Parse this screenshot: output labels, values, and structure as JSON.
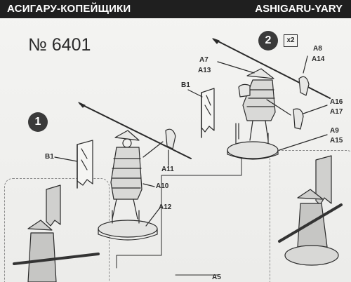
{
  "header": {
    "title_left": "АСИГАРУ-КОПЕЙЩИКИ",
    "title_right": "ASHIGARU-YARY"
  },
  "kit_number": "№ 6401",
  "steps": [
    {
      "number": "1"
    },
    {
      "number": "2",
      "multiplier": "x2"
    }
  ],
  "labels": {
    "a7": "A7",
    "a13": "A13",
    "a8": "A8",
    "a14": "A14",
    "b1_step2": "B1",
    "a16": "A16",
    "a17": "A17",
    "a9": "A9",
    "a15": "A15",
    "b1_step1": "B1",
    "a11": "A11",
    "a10": "A10",
    "a12": "A12",
    "a5": "A5"
  },
  "colors": {
    "header_bg": "#1f1f1f",
    "step_badge": "#3a3a3a",
    "line_art": "#2a2a2a"
  }
}
